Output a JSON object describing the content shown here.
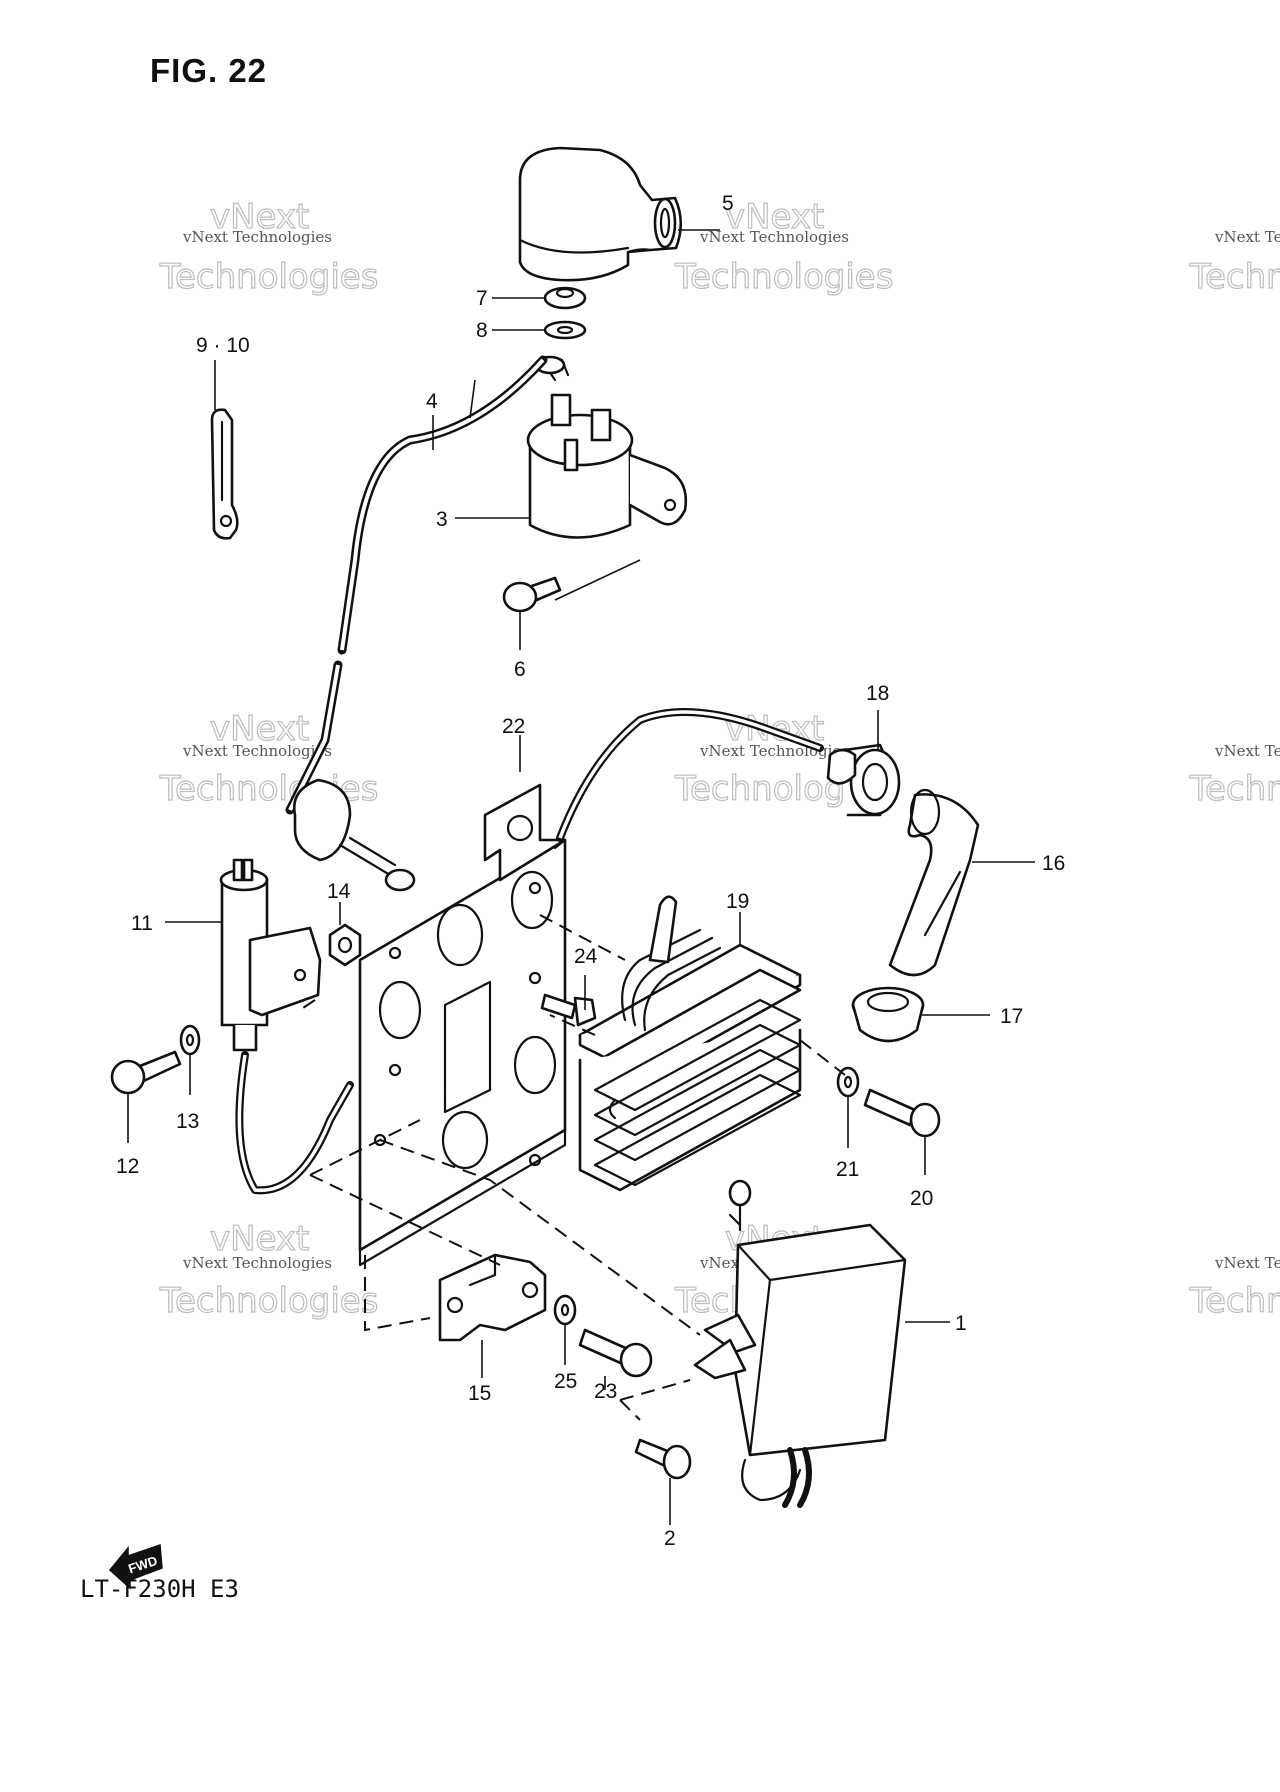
{
  "figure": {
    "title": "FIG. 22",
    "model_code": "LT-F230H  E3"
  },
  "watermark": {
    "line1": "vNext Technologies",
    "line2": "Technologies",
    "line3": "vNext"
  },
  "fwd_label": "FWD",
  "labels": {
    "l1": "1",
    "l2": "2",
    "l3": "3",
    "l4": "4",
    "l5": "5",
    "l6": "6",
    "l7": "7",
    "l8": "8",
    "l9_10": "9 · 10",
    "l11": "11",
    "l12": "12",
    "l13": "13",
    "l14": "14",
    "l15": "15",
    "l16": "16",
    "l17": "17",
    "l18": "18",
    "l19": "19",
    "l20": "20",
    "l21": "21",
    "l22": "22",
    "l23": "23",
    "l24": "24",
    "l25": "25"
  }
}
